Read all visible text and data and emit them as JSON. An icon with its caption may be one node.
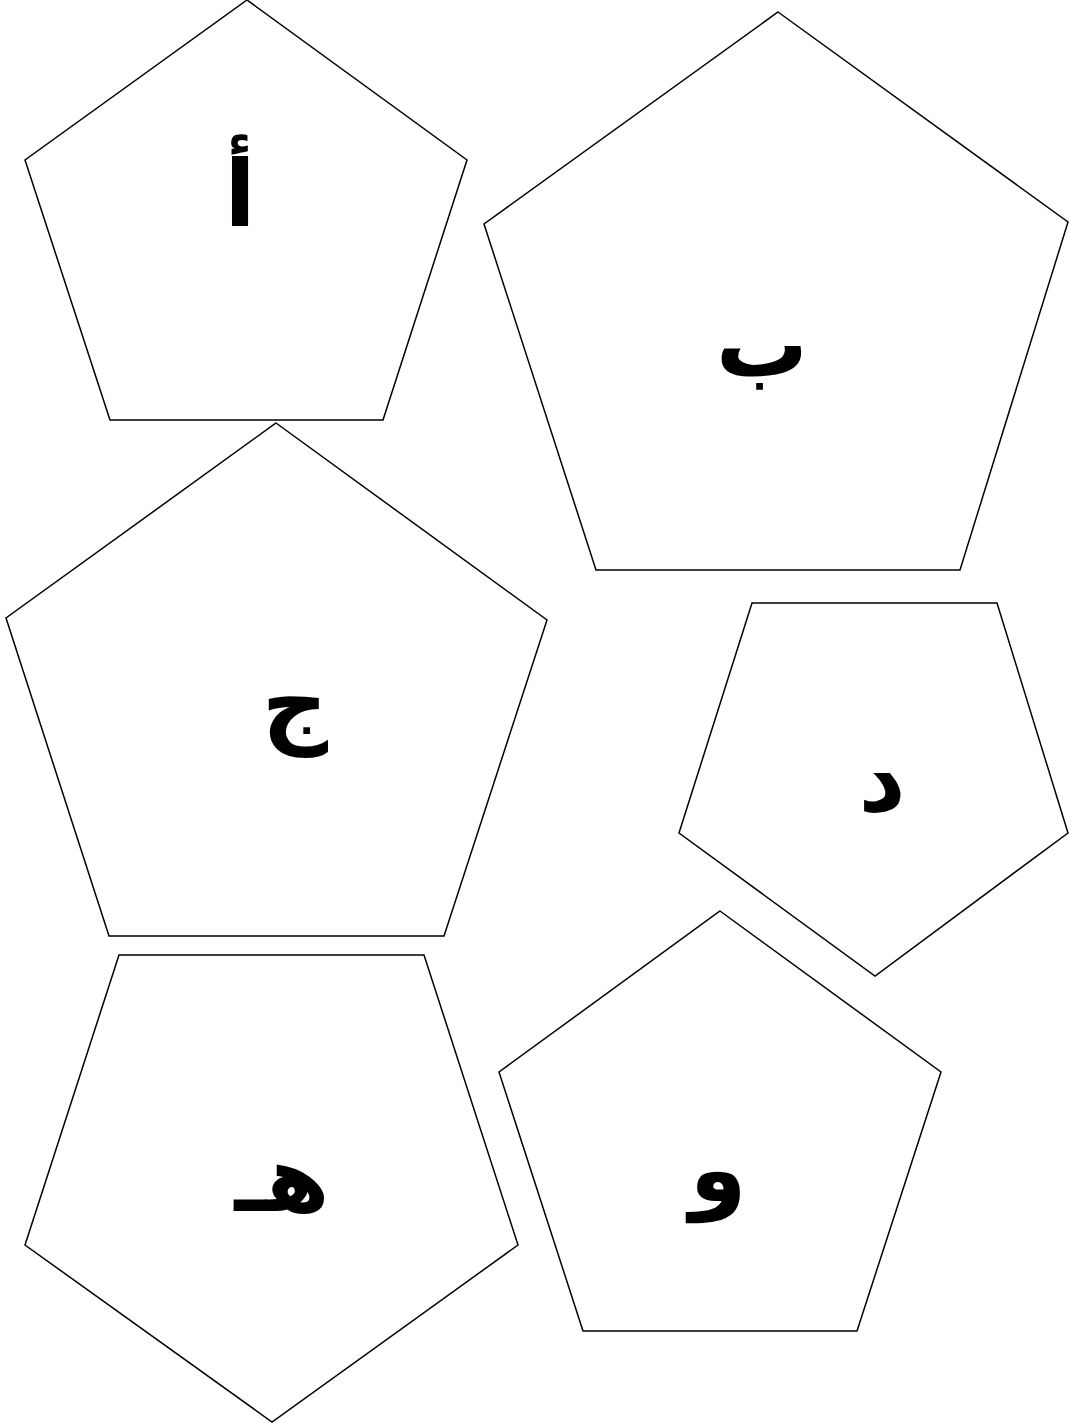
{
  "diagram": {
    "nodes": [
      {
        "text": [
          "أ"
        ]
      },
      {
        "text": [
          "ب"
        ]
      },
      {
        "text": [
          "ج"
        ]
      },
      {
        "text": [
          "د"
        ]
      },
      {
        "text": [
          "هـ"
        ]
      },
      {
        "text": [
          "و"
        ]
      }
    ]
  }
}
